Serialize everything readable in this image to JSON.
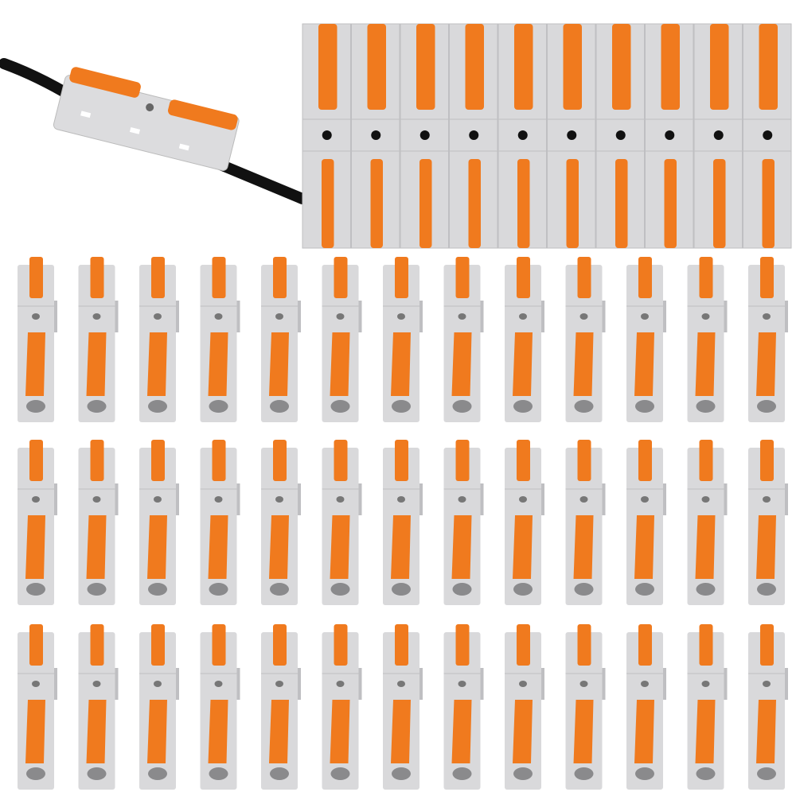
{
  "colors": {
    "body_gray": "#d9d9db",
    "body_shade": "#bfbfc2",
    "lever_orange": "#f07a1e",
    "lever_dark": "#d8620e",
    "cable": "#111111"
  },
  "product_photo": {
    "top_block_modules": 10,
    "single_connector_rows": 3,
    "single_connector_columns": 13,
    "inset_icon": "inline-wire-connector-on-cable"
  }
}
